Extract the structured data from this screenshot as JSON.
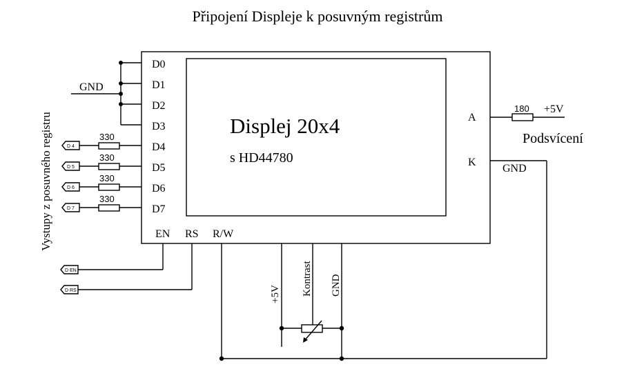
{
  "title": "Připojení Displeje k posuvným registrům",
  "display": {
    "name": "Displej 20x4",
    "controller": "s HD44780"
  },
  "pins": {
    "d0": "D0",
    "d1": "D1",
    "d2": "D2",
    "d3": "D3",
    "d4": "D4",
    "d5": "D5",
    "d6": "D6",
    "d7": "D7",
    "en": "EN",
    "rs": "RS",
    "rw": "R/W",
    "a": "A",
    "k": "K"
  },
  "labels": {
    "gnd_data": "GND",
    "gnd_k": "GND",
    "gnd_contrast": "GND",
    "plus5v_backlight": "+5V",
    "plus5v_contrast": "+5V",
    "kontrast": "Kontrast",
    "podsviceni": "Podsvícení",
    "vystupy": "Vystupy z posuvného registru"
  },
  "resistors": {
    "r_d4": "330",
    "r_d5": "330",
    "r_d6": "330",
    "r_d7": "330",
    "r_backlight": "180"
  },
  "connectors": {
    "d4": "D 4",
    "d5": "D 5",
    "d6": "D 6",
    "d7": "D 7",
    "den": "D EN",
    "drs": "D RS"
  }
}
